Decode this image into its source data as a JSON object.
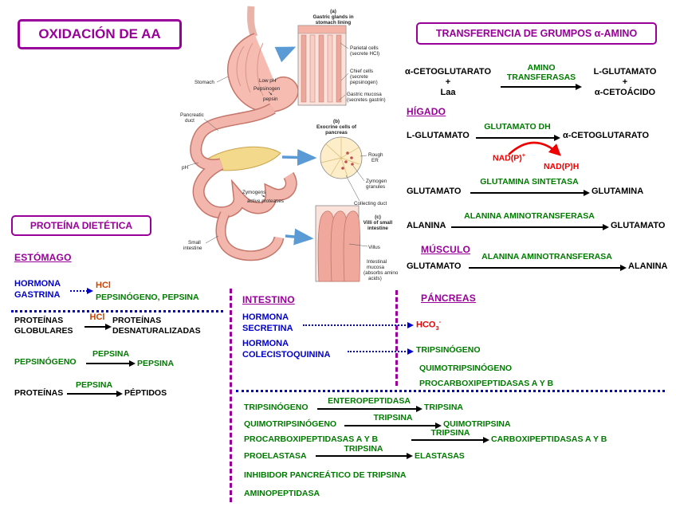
{
  "page": {
    "title": "OXIDACIÓN DE AA",
    "transfer_title": "TRANSFERENCIA DE GRUMPOS α-AMINO"
  },
  "colors": {
    "purple": "#990099",
    "green": "#007a00",
    "blue": "#0000cc",
    "red": "#ee0000",
    "orange_red": "#cc4400",
    "black": "#000000"
  },
  "amino": {
    "s1": "α-CETOGLUTARATO",
    "plus1": "+",
    "s2": "Laa",
    "e1": "AMINO",
    "e2": "TRANSFERASAS",
    "p1": "L-GLUTAMATO",
    "plus2": "+",
    "p2": "α-CETOÁCIDO"
  },
  "higado": {
    "heading": "HÍGADO",
    "r1": {
      "s": "L-GLUTAMATO",
      "e": "GLUTAMATO DH",
      "p": "α-CETOGLUTARATO",
      "cof_in_base": "NAD(P)",
      "cof_in_sup": "+",
      "cof_out": "NAD(P)H"
    },
    "r2": {
      "s": "GLUTAMATO",
      "e": "GLUTAMINA SINTETASA",
      "p": "GLUTAMINA"
    },
    "r3": {
      "s": "ALANINA",
      "e": "ALANINA AMINOTRANSFERASA",
      "p": "GLUTAMATO"
    }
  },
  "musculo": {
    "heading": "MÚSCULO",
    "r1": {
      "s": "GLUTAMATO",
      "e": "ALANINA AMINOTRANSFERASA",
      "p": "ALANINA"
    }
  },
  "proteina": {
    "box_title": "PROTEÍNA DIETÉTICA"
  },
  "estomago": {
    "heading": "ESTÓMAGO",
    "gastrina": {
      "l1": "HORMONA",
      "l2": "GASTRINA",
      "t1": "HCl",
      "t2": "PEPSINÓGENO, PEPSINA"
    },
    "r1": {
      "s1": "PROTEÍNAS",
      "s2": "GLOBULARES",
      "e": "HCl",
      "p1": "PROTEÍNAS",
      "p2": "DESNATURALIZADAS"
    },
    "r2": {
      "s": "PEPSINÓGENO",
      "e": "PEPSINA",
      "p": "PEPSINA"
    },
    "r3": {
      "s": "PROTEÍNAS",
      "e": "PEPSINA",
      "p": "PÉPTIDOS"
    }
  },
  "intestino": {
    "heading": "INTESTINO",
    "secretina": {
      "l1": "HORMONA",
      "l2": "SECRETINA",
      "t_base": "HCO",
      "t_sub": "3",
      "t_sup": "-"
    },
    "colecisto": {
      "l1": "HORMONA",
      "l2": "COLECISTOQUININA",
      "t": "TRIPSINÓGENO"
    }
  },
  "pancreas": {
    "heading": "PÁNCREAS",
    "item2": "QUIMOTRIPSINÓGENO",
    "item3": "PROCARBOXIPEPTIDASAS A Y B"
  },
  "cascada": {
    "r1": {
      "s": "TRIPSINÓGENO",
      "e": "ENTEROPEPTIDASA",
      "p": "TRIPSINA"
    },
    "r2": {
      "s": "QUIMOTRIPSINÓGENO",
      "e": "TRIPSINA",
      "p": "QUIMOTRIPSINA"
    },
    "r3": {
      "s": "PROCARBOXIPEPTIDASAS A Y B",
      "e": "TRIPSINA",
      "p": "CARBOXIPEPTIDASAS A Y B"
    },
    "r4": {
      "s": "PROELASTASA",
      "e": "TRIPSINA",
      "p": "ELASTASAS"
    },
    "item5": "INHIBIDOR PANCREÁTICO DE TRIPSINA",
    "item6": "AMINOPEPTIDASA"
  },
  "anatomy": {
    "panel_a": {
      "l1": "(a)",
      "l2": "Gastric glands in",
      "l3": "stomach lining"
    },
    "parietal": {
      "l1": "Parietal cells",
      "l2": "(secrete HCl)"
    },
    "chief": {
      "l1": "Chief cells",
      "l2": "(secrete",
      "l3": "pepsinogen)"
    },
    "gastric_mucosa": {
      "l1": "Gastric mucosa",
      "l2": "(secretes gastrin)"
    },
    "stomach": "Stomach",
    "low_ph": "Low pH",
    "pepsinogen": "Pepsinogen",
    "pepsin": "pepsin",
    "panc_duct": {
      "l1": "Pancreatic",
      "l2": "duct"
    },
    "panel_b": {
      "l1": "(b)",
      "l2": "Exocrine cells of",
      "l3": "pancreas"
    },
    "rough_er": {
      "l1": "Rough",
      "l2": "ER"
    },
    "zymogen_granules": {
      "l1": "Zymogen",
      "l2": "granules"
    },
    "collecting_duct": "Collecting duct",
    "ph": "pH",
    "zymogens": "Zymogens",
    "active_proteases": "active proteases",
    "panel_c": {
      "l1": "(c)",
      "l2": "Villi of small",
      "l3": "intestine"
    },
    "villus": "Villus",
    "small_intestine": {
      "l1": "Small",
      "l2": "intestine"
    },
    "intestinal_mucosa": {
      "l1": "Intestinal",
      "l2": "mucosa",
      "l3": "(absorbs amino",
      "l4": "acids)"
    }
  }
}
